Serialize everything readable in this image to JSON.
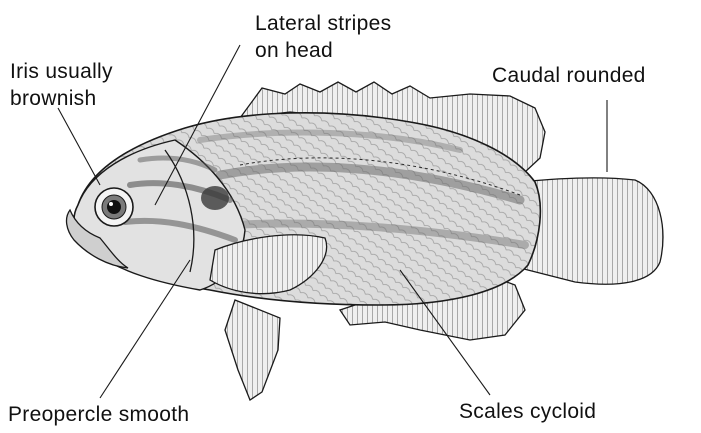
{
  "labels": {
    "iris": {
      "line1": "Iris usually",
      "line2": "brownish"
    },
    "lateral": {
      "line1": "Lateral stripes",
      "line2": "on head"
    },
    "caudal": "Caudal rounded",
    "preopercle": "Preopercle smooth",
    "scales": "Scales cycloid"
  },
  "colors": {
    "ink": "#1a1a1a",
    "body_fill": "#d9d9d9",
    "fin_fill": "#ededed",
    "stripe": "#6e6e6e"
  }
}
